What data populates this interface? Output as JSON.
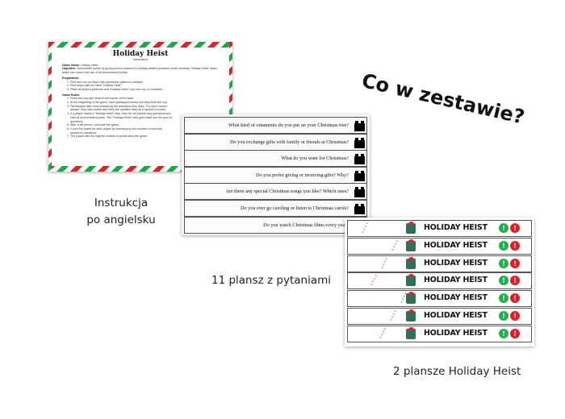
{
  "headline": "Co w zestawie?",
  "instructions": {
    "title": "Holiday Heist",
    "subtitle": "Instructions",
    "game_name_label": "Game Name:",
    "game_name": "Holiday Heist",
    "objective_label": "Objective:",
    "objective": "Accumulate points by giving correct answers to holiday-related questions while avoiding \"Holiday Heist\" strips, which can cause the loss of all accumulated points.",
    "preparation_label": "Preparation:",
    "preparation": [
      "Print and cut out strips with questions related to holidays.",
      "Print strips with the label \"Holiday Heist\".",
      "Place all strips (questions and \"Holiday Heist\") into one cup or container."
    ],
    "rules_label": "Game Rules:",
    "rules": [
      "Place the cup with strips in the center of the table.",
      "At the beginning of the game, each participant draws one strip from the cup.",
      "Participants take turns answering the questions they draw. For each correct answer, they earn points and keep the question strip as a symbol of points.",
      "If a player draws a \"Holiday Heist\" strip, they do not answer any questions and lose all accumulated points. The \"Holiday Heist\" strip goes back into the pool of questions.",
      "After a set period, conclude the game.",
      "Count the points for each player by summing up the number of correctly answered questions.",
      "The player with the highest number of points wins the game."
    ]
  },
  "questions": [
    "What kind of ornaments do you put on your Christmas tree?",
    "Do you exchange gifts with family or friends at Christmas?",
    "What do you want for Christmas?",
    "Do you prefer giving or receiving gifts? Why?",
    "Are there any special Christmas songs you like? Which ones?",
    "Do you ever go caroling or listen to Christmas carols?",
    "Do you watch Christmas films every year?"
  ],
  "heist_label": "HOLIDAY HEIST",
  "heist_rows": 7,
  "captions": {
    "instructions": "Instrukcja\npo angielsku",
    "questions": "11 plansz z pytaniami",
    "heist": "2 plansze Holiday Heist"
  },
  "colors": {
    "red": "#e31e24",
    "green": "#1eb04e"
  }
}
